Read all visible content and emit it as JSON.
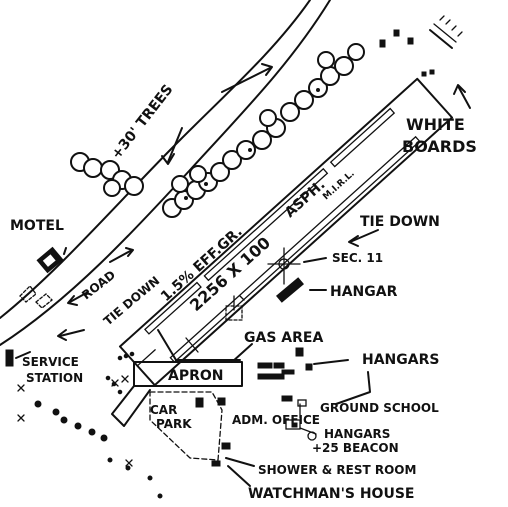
{
  "labels": {
    "trees": "+30' TREES",
    "white_boards": "WHITE BOARDS",
    "motel": "MOTEL",
    "road": "ROAD",
    "tie_down_road": "TIE DOWN",
    "tie_down_east": "TIE DOWN",
    "runway_surface": "ASPH.",
    "runway_lights": "M.I.R.L.",
    "runway_dims": "2256 X 100",
    "effective_gradient": "1.5% EFF.GR.",
    "section": "SEC. 11",
    "hangar": "HANGAR",
    "gas_area": "GAS AREA",
    "hangars_upper": "HANGARS",
    "service_station": "SERVICE STATION",
    "apron": "APRON",
    "ground_school": "GROUND SCHOOL",
    "adm_office": "ADM. OFFICE",
    "hangars_lower": "HANGARS",
    "beacon": "+25 BEACON",
    "car_park": "CAR PARK",
    "shower_rest_room": "SHOWER & REST ROOM",
    "watchmans_house": "WATCHMAN'S HOUSE"
  },
  "colors": {
    "ink": "#111111",
    "paper": "#ffffff"
  }
}
